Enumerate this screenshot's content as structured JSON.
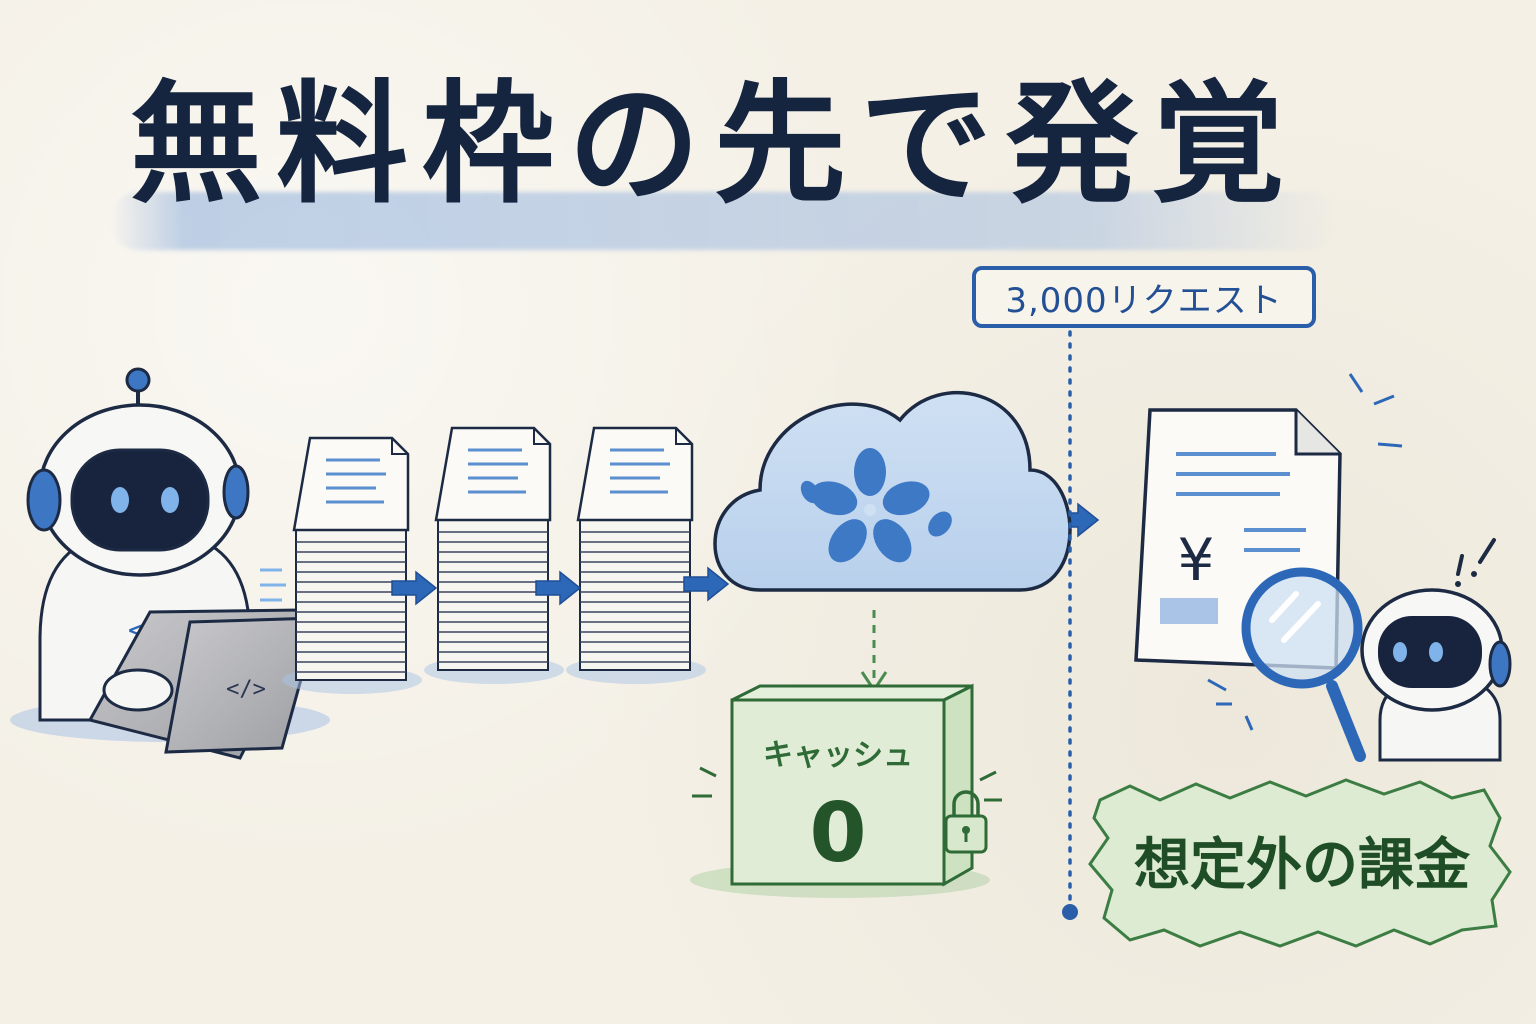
{
  "title": "無料枠の先で発覚",
  "threshold": {
    "label": "3,000リクエスト"
  },
  "cache": {
    "label": "キャッシュ",
    "value": "0"
  },
  "result": {
    "label": "想定外の課金"
  },
  "laptop_code": "</>",
  "robot_chest_code": "</>",
  "invoice_symbol": "¥",
  "colors": {
    "ink": "#15243f",
    "blue": "#2a5ea8",
    "light_blue": "#a9c4e6",
    "green": "#2f6b36",
    "light_green": "#dcebd2",
    "paper": "#f4f0e6"
  },
  "icons": [
    "robot-icon",
    "laptop-icon",
    "document-stack-icon",
    "cloud-icon",
    "sakura-icon",
    "cache-box-icon",
    "lock-icon",
    "invoice-icon",
    "magnifier-icon",
    "arrow-right-icon"
  ]
}
